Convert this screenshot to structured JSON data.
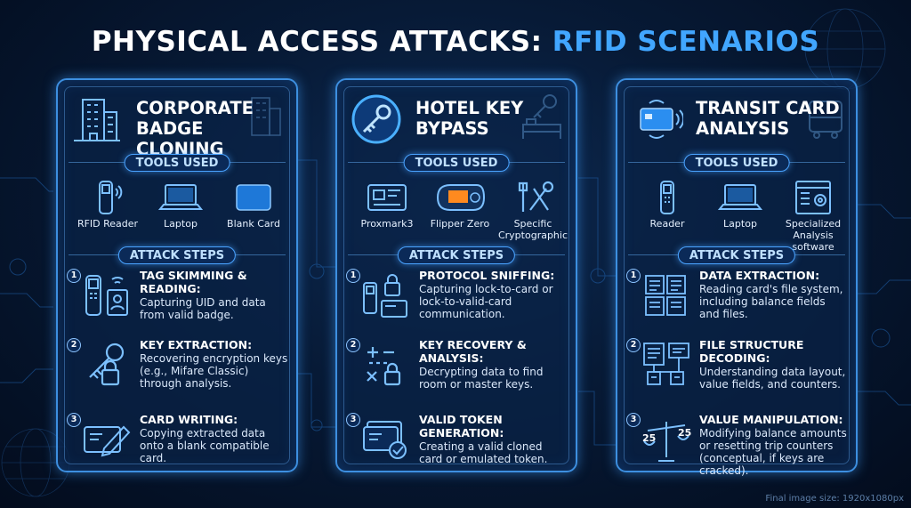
{
  "title": {
    "main": "PHYSICAL ACCESS ATTACKS:",
    "highlight": "RFID SCENARIOS"
  },
  "section_labels": {
    "tools": "TOOLS USED",
    "steps": "ATTACK STEPS"
  },
  "panels": [
    {
      "title_line1": "CORPORATE",
      "title_line2": "BADGE CLONING",
      "head_icon": "office-building-icon",
      "tools": [
        {
          "label": "RFID Reader",
          "icon": "rfid-reader-icon"
        },
        {
          "label": "Laptop",
          "icon": "laptop-icon"
        },
        {
          "label": "Blank Card",
          "icon": "blank-card-icon"
        }
      ],
      "steps": [
        {
          "num": "1",
          "title": "TAG SKIMMING & READING:",
          "desc": "Capturing UID and data from valid badge.",
          "icon": "reader-badge-icon"
        },
        {
          "num": "2",
          "title": "KEY EXTRACTION:",
          "desc": "Recovering encryption keys (e.g., Mifare Classic) through analysis.",
          "icon": "key-lock-icon"
        },
        {
          "num": "3",
          "title": "CARD WRITING:",
          "desc": "Copying extracted data onto a blank compatible card.",
          "icon": "card-pen-icon"
        }
      ]
    },
    {
      "title_line1": "HOTEL KEY",
      "title_line2": "BYPASS",
      "head_icon": "key-circle-icon",
      "tools": [
        {
          "label": "Proxmark3",
          "icon": "proxmark-icon"
        },
        {
          "label": "Flipper Zero",
          "icon": "flipper-zero-icon"
        },
        {
          "label": "Specific Cryptographic",
          "icon": "tools-wrench-icon"
        }
      ],
      "steps": [
        {
          "num": "1",
          "title": "PROTOCOL SNIFFING:",
          "desc": "Capturing lock-to-card or lock-to-valid-card communication.",
          "icon": "reader-lock-card-icon"
        },
        {
          "num": "2",
          "title": "KEY RECOVERY & ANALYSIS:",
          "desc": "Decrypting data to find room or master keys.",
          "icon": "math-lock-icon"
        },
        {
          "num": "3",
          "title": "VALID TOKEN GENERATION:",
          "desc": "Creating a valid cloned card or emulated token.",
          "icon": "card-check-icon"
        }
      ]
    },
    {
      "title_line1": "TRANSIT CARD",
      "title_line2": "ANALYSIS",
      "head_icon": "contactless-card-icon",
      "tools": [
        {
          "label": "Reader",
          "icon": "reader-icon"
        },
        {
          "label": "Laptop",
          "icon": "laptop-icon"
        },
        {
          "label": "Specialized Analysis software",
          "icon": "software-window-icon"
        }
      ],
      "steps": [
        {
          "num": "1",
          "title": "DATA EXTRACTION:",
          "desc": "Reading card's file system, including balance fields and files.",
          "icon": "file-grid-icon"
        },
        {
          "num": "2",
          "title": "FILE STRUCTURE DECODING:",
          "desc": "Understanding data layout, value fields, and counters.",
          "icon": "file-structure-icon"
        },
        {
          "num": "3",
          "title": "VALUE MANIPULATION:",
          "desc": "Modifying balance amounts or resetting trip counters (conceptual, if keys are cracked).",
          "icon": "balance-scale-icon"
        }
      ]
    }
  ],
  "footer": {
    "note": "Final image size: 1920x1080px"
  },
  "colors": {
    "accent": "#41a6ff",
    "panel_border": "#3d8fe0",
    "background": "#071a36"
  }
}
